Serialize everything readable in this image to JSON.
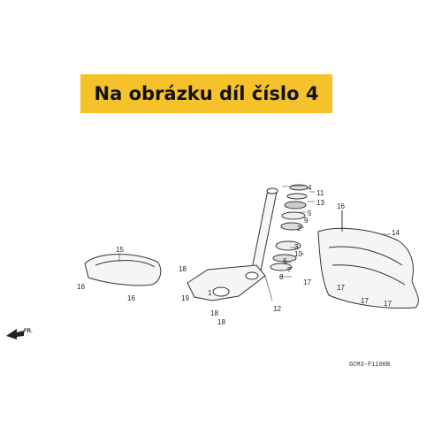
{
  "banner": {
    "text": "Na obrázku díl číslo 4",
    "color": "#f6c22b"
  },
  "diagram": {
    "code": "GCM3-F1100B",
    "direction": "FR.",
    "callouts": [
      "1",
      "2",
      "3",
      "4",
      "5",
      "6",
      "7",
      "8",
      "9",
      "10",
      "11",
      "12",
      "13",
      "14",
      "15",
      "16",
      "17",
      "18",
      "19"
    ]
  }
}
